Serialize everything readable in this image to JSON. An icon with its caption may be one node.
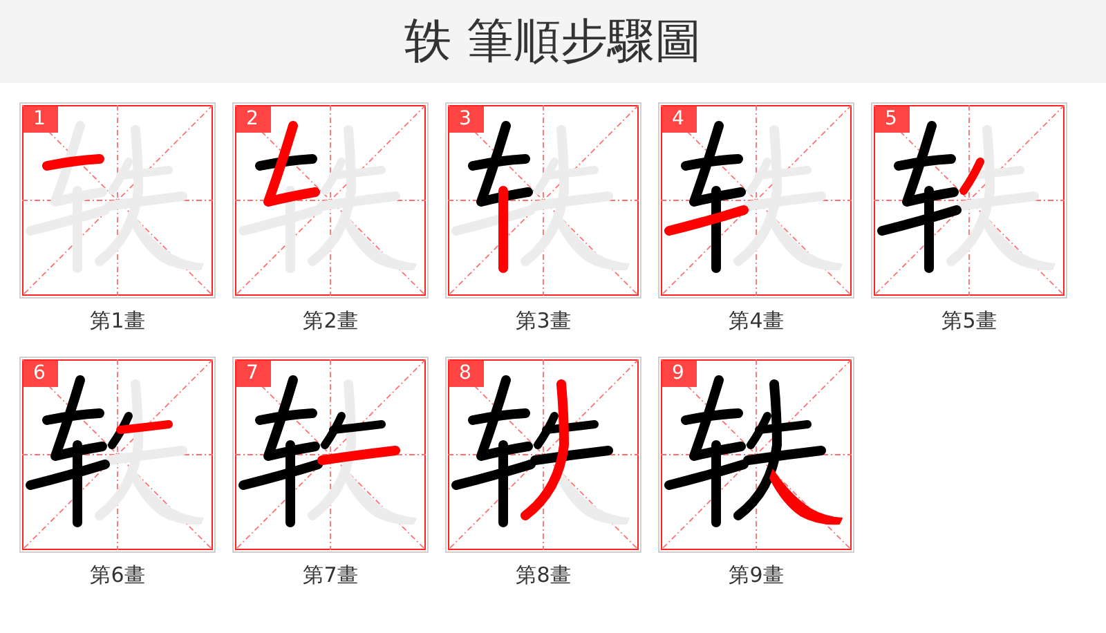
{
  "diagram": {
    "title": "轶 筆順步驟圖",
    "nodes": [
      {
        "text": [
          "1"
        ],
        "beside": [
          "第1畫"
        ]
      },
      {
        "text": [
          "2"
        ],
        "beside": [
          "第2畫"
        ]
      },
      {
        "text": [
          "3"
        ],
        "beside": [
          "第3畫"
        ]
      },
      {
        "text": [
          "4"
        ],
        "beside": [
          "第4畫"
        ]
      },
      {
        "text": [
          "5"
        ],
        "beside": [
          "第5畫"
        ]
      },
      {
        "text": [
          "6"
        ],
        "beside": [
          "第6畫"
        ]
      },
      {
        "text": [
          "7"
        ],
        "beside": [
          "第7畫"
        ]
      },
      {
        "text": [
          "8"
        ],
        "beside": [
          "第8畫"
        ]
      },
      {
        "text": [
          "9"
        ],
        "beside": [
          "第9畫"
        ]
      }
    ]
  }
}
